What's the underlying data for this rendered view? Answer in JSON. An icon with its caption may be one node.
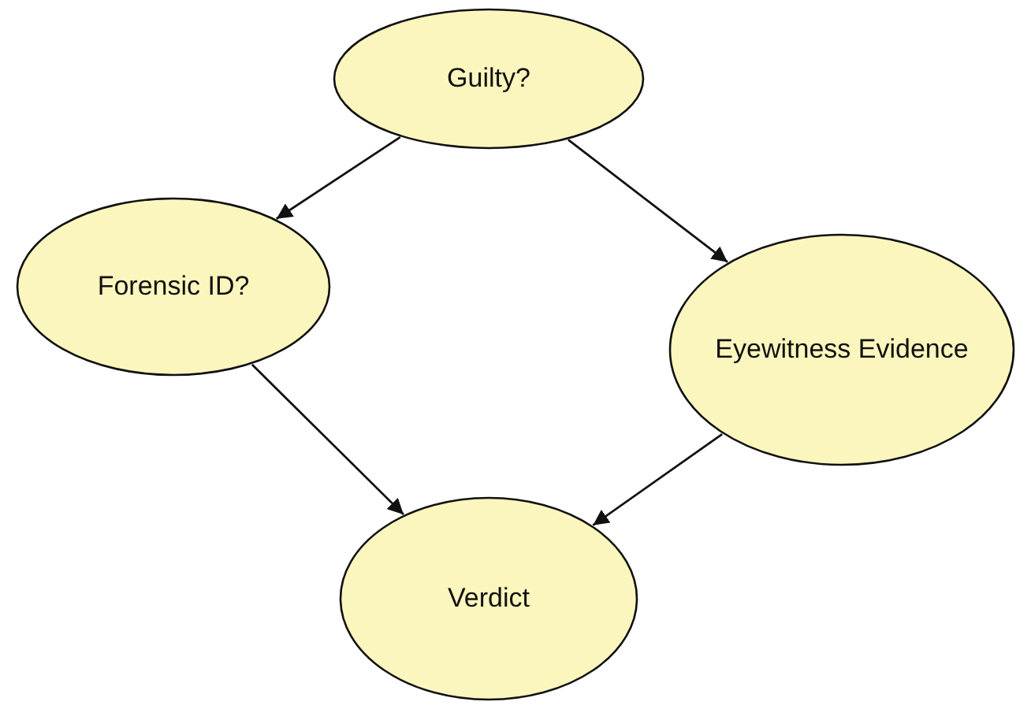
{
  "diagram": {
    "nodes": [
      {
        "text": [
          "Guilty?"
        ]
      },
      {
        "text": [
          "Forensic ID?"
        ]
      },
      {
        "text": [
          "Eyewitness Evidence"
        ]
      },
      {
        "text": [
          "Verdict"
        ]
      }
    ],
    "edges": [
      {
        "from": 0,
        "to": 1,
        "arrow": "to"
      },
      {
        "from": 0,
        "to": 2,
        "arrow": "to"
      },
      {
        "from": 1,
        "to": 3,
        "arrow": "to"
      },
      {
        "from": 2,
        "to": 3,
        "arrow": "to"
      }
    ]
  }
}
